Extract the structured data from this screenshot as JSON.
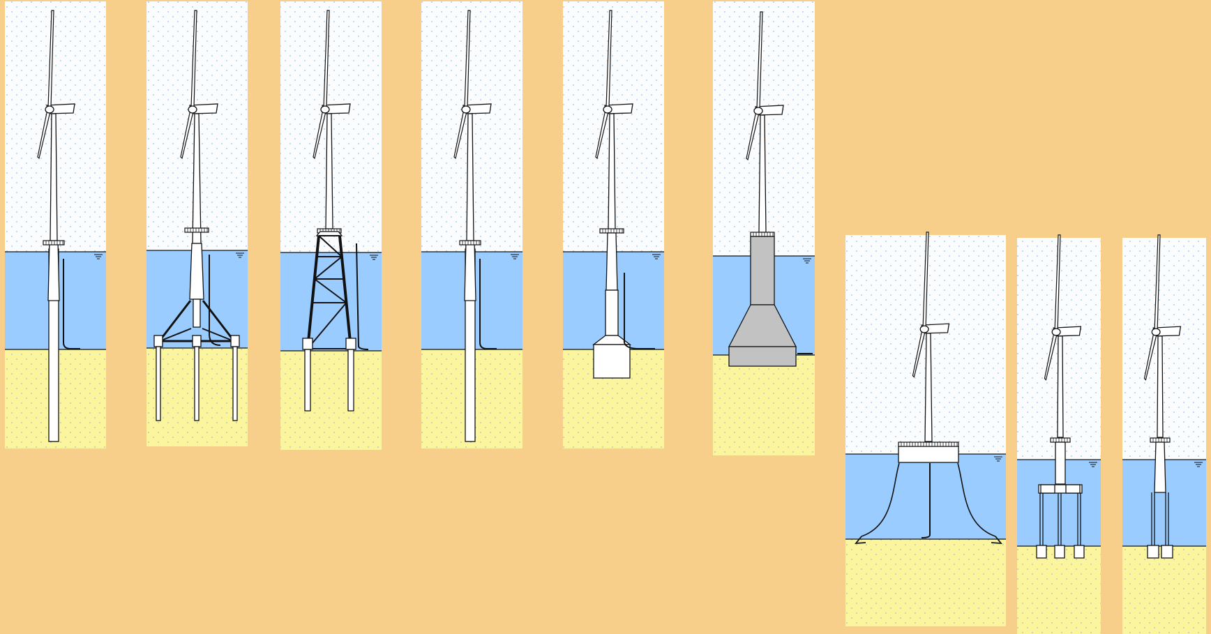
{
  "colors": {
    "background": "#f8cf8a",
    "air": "#fafcfe",
    "air_dots": "#9ec3df",
    "water": "#9bccff",
    "seabed": "#fbf59e",
    "seabed_dots": "#b7b4cc",
    "concrete": "#c2c2c2",
    "outline": "#111111",
    "fill": "#ffffff"
  },
  "panels": [
    {
      "id": "monopile",
      "foundation": "monopile"
    },
    {
      "id": "tripod",
      "foundation": "tripod"
    },
    {
      "id": "jacket",
      "foundation": "jacket"
    },
    {
      "id": "monopile-slender",
      "foundation": "monopile"
    },
    {
      "id": "suction-bucket",
      "foundation": "suction-bucket"
    },
    {
      "id": "gravity-base",
      "foundation": "gravity-base"
    },
    {
      "id": "semi-submersible-floating",
      "foundation": "floating-semi"
    },
    {
      "id": "tension-leg-three",
      "foundation": "floating-tlp-three"
    },
    {
      "id": "tension-leg-two",
      "foundation": "floating-tlp-two"
    }
  ]
}
